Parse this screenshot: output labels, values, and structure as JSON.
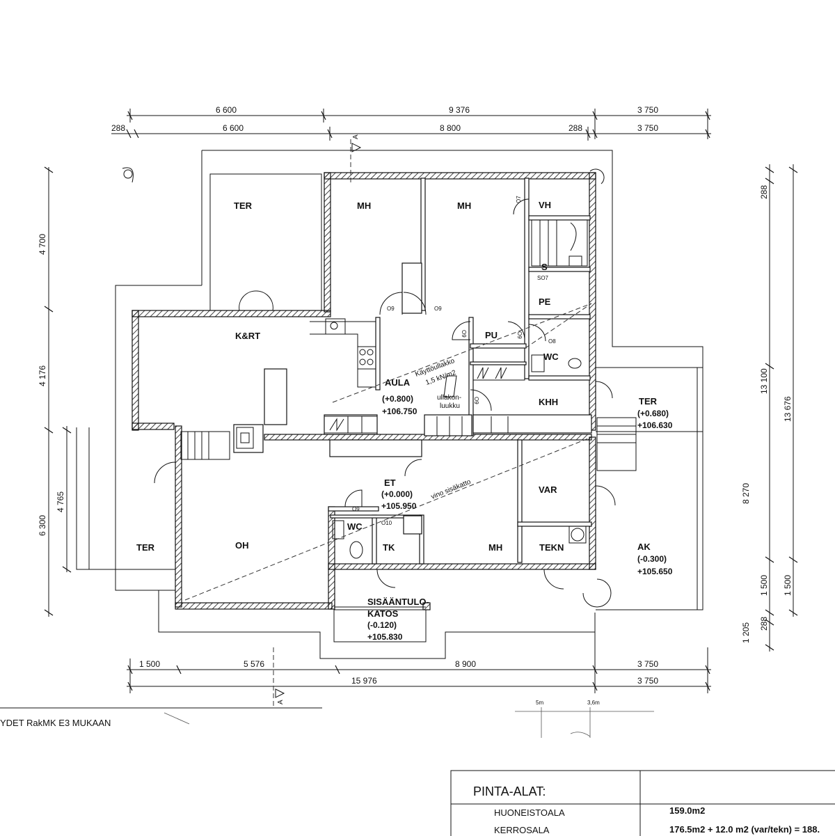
{
  "top_dimensions": {
    "row1": [
      "6 600",
      "9 376",
      "3 750"
    ],
    "row2": [
      "288",
      "6 600",
      "8 800",
      "288",
      "3 750"
    ]
  },
  "bottom_dimensions": {
    "row1": [
      "1 500",
      "5 576",
      "8 900",
      "3 750"
    ],
    "row2": [
      "15 976",
      "3 750"
    ]
  },
  "left_dimensions": [
    "4 700",
    "4 176",
    "6 300",
    "4 765"
  ],
  "right_dimensions": {
    "inner": [
      "288",
      "13 100",
      "8 270",
      "1 500",
      "288",
      "1 205"
    ],
    "outer": [
      "13 676",
      "1 500"
    ]
  },
  "section_marks": [
    "A",
    "A"
  ],
  "rooms": {
    "ter_nw": "TER",
    "mh_1": "MH",
    "mh_2": "MH",
    "vh": "VH",
    "s": "S",
    "so7": "SO7",
    "pe": "PE",
    "pu": "PU",
    "wc_1": "WC",
    "k_rt": "K&RT",
    "aula": "AULA",
    "aula_level": "(+0.800)",
    "aula_elev": "+106.750",
    "khh": "KHH",
    "ter_e": "TER",
    "ter_e_level": "(+0.680)",
    "ter_e_elev": "+106.630",
    "et": "ET",
    "et_level": "(+0.000)",
    "et_elev": "+105.950",
    "var": "VAR",
    "wc_2": "WC",
    "tk": "TK",
    "mh_3": "MH",
    "tekn": "TEKN",
    "ak": "AK",
    "ak_level": "(-0.300)",
    "ak_elev": "+105.650",
    "ter_sw": "TER",
    "oh": "OH",
    "sis_1": "SISÄÄNTULO-",
    "sis_2": "KATOS",
    "sis_level": "(-0.120)",
    "sis_elev": "+105.830"
  },
  "annotations": {
    "kayttoullakko_1": "Käyttöullakko",
    "kayttoullakko_2": "1,5 kN/m2",
    "ullakon_1": "ullakon-",
    "ullakon_2": "luukku",
    "vino": "vino sisäkatto",
    "door_codes": [
      "O9",
      "O9",
      "O9",
      "O9",
      "O9",
      "O8",
      "O7",
      "O9",
      "O10"
    ],
    "footnote": "YDET RakMK E3 MUKAAN"
  },
  "area_table": {
    "title": "PINTA-ALAT:",
    "rows": [
      {
        "label": "HUONEISTOALA",
        "value": "159.0m2"
      },
      {
        "label": "KERROSALA",
        "value": "176.5m2 + 12.0 m2 (var/tekn) = 188."
      }
    ]
  },
  "handwriting": {
    "a": "5m",
    "b": "3,6m"
  },
  "colors": {
    "ink": "#111111",
    "paper": "#ffffff"
  }
}
